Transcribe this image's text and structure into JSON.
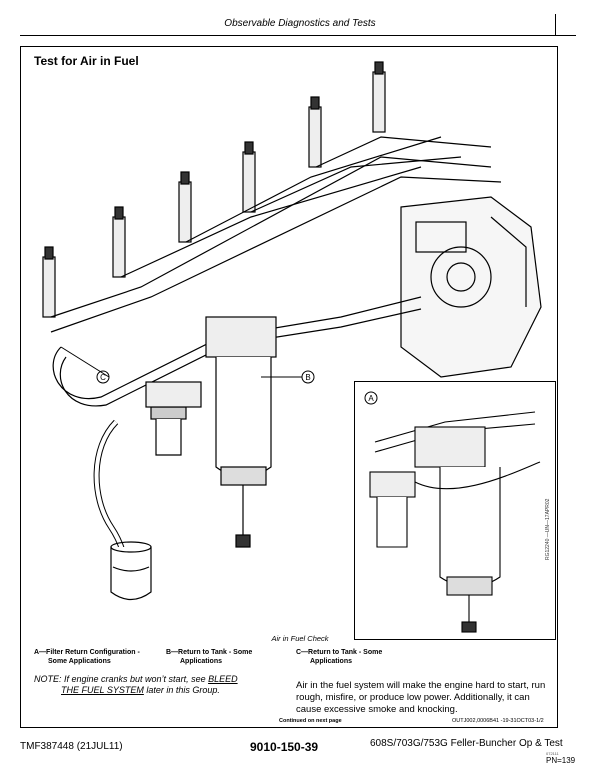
{
  "header": {
    "title": "Observable Diagnostics and Tests"
  },
  "section": {
    "title": "Test for Air in Fuel"
  },
  "figure": {
    "callouts": {
      "a": "A",
      "b": "B",
      "c": "C"
    },
    "figure_id": "RG12240 —UN—17APR02",
    "caption": "Air in Fuel Check"
  },
  "legend": [
    {
      "line1": "A—Filter Return Configuration -",
      "line2": "Some Applications"
    },
    {
      "line1": "B—Return to Tank - Some",
      "line2": "Applications"
    },
    {
      "line1": "C—Return to Tank - Some",
      "line2": "Applications"
    }
  ],
  "note": {
    "prefix": "NOTE: If engine cranks but won’t start, see ",
    "link_1": "BLEED",
    "link_2": "THE FUEL SYSTEM",
    "suffix": " later in this Group."
  },
  "body_text": "Air in the fuel system will make the engine hard to start, run rough, misfire, or produce low power. Additionally, it can cause excessive smoke and knocking.",
  "continued": "Continued on next page",
  "doc_id": "OUTJ002,0006B41 -19-31OCT03-1/2",
  "footer": {
    "manual": "TMF387448 (21JUL11)",
    "page": "9010-150-39",
    "product": "608S/703G/753G Feller-Buncher Op & Test",
    "small": "072111",
    "pn": "PN=139"
  }
}
